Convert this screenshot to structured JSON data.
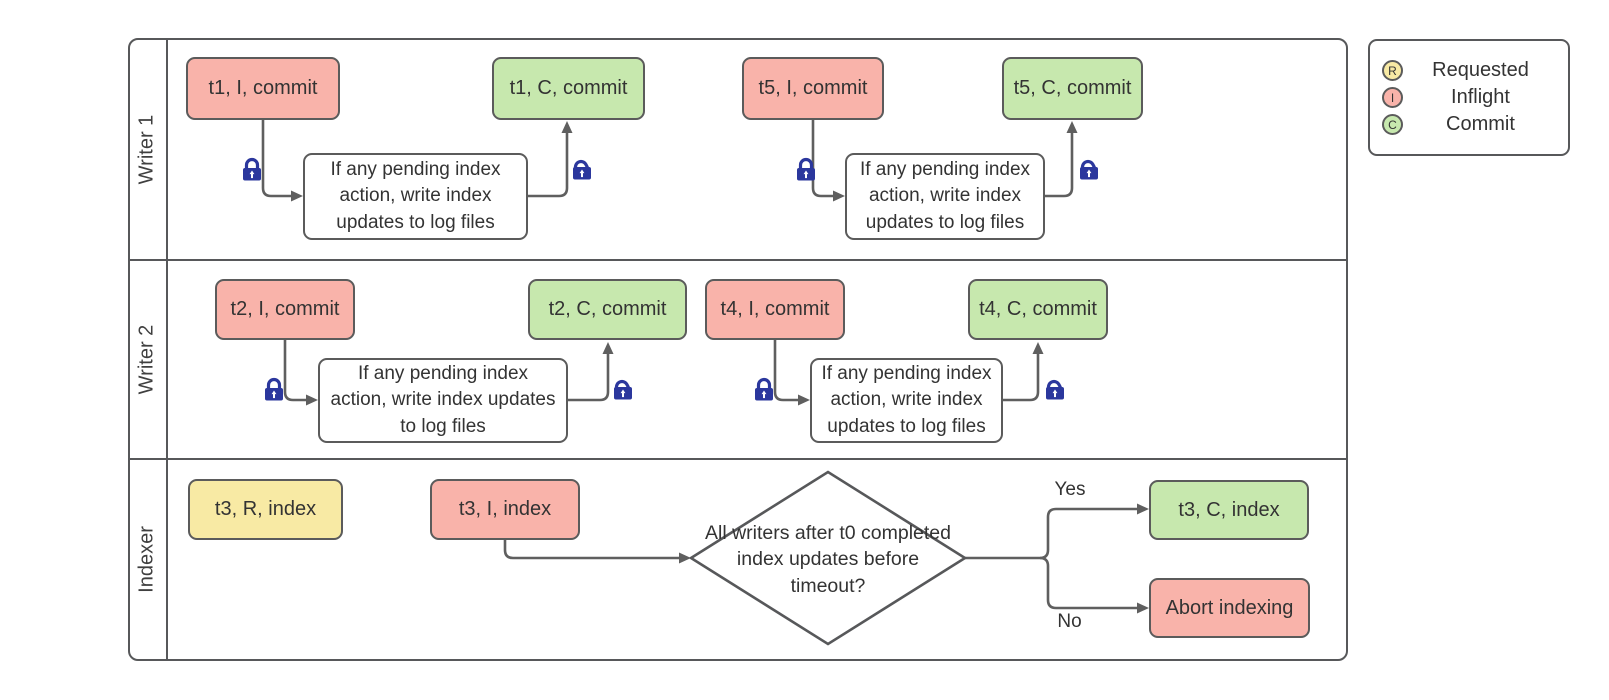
{
  "lanes": {
    "writer1": {
      "label": "Writer 1"
    },
    "writer2": {
      "label": "Writer 2"
    },
    "indexer": {
      "label": "Indexer"
    }
  },
  "writer1": {
    "t1_inflight": "t1, I, commit",
    "action1": "If any pending index action, write index updates to log files",
    "t1_commit": "t1, C, commit",
    "t5_inflight": "t5, I, commit",
    "action2": "If any pending index action, write index updates to log files",
    "t5_commit": "t5, C, commit"
  },
  "writer2": {
    "t2_inflight": "t2, I, commit",
    "action1": "If any pending index action, write index updates to log files",
    "t2_commit": "t2, C, commit",
    "t4_inflight": "t4, I, commit",
    "action2": "If any pending index action, write index updates to log files",
    "t4_commit": "t4, C, commit"
  },
  "indexer": {
    "t3_requested": "t3, R, index",
    "t3_inflight": "t3, I, index",
    "decision": "All writers after t0 completed index updates before timeout?",
    "yes_label": "Yes",
    "no_label": "No",
    "t3_commit": "t3, C, index",
    "abort": "Abort indexing"
  },
  "legend": {
    "items": [
      {
        "letter": "R",
        "label": "Requested"
      },
      {
        "letter": "I",
        "label": "Inflight"
      },
      {
        "letter": "C",
        "label": "Commit"
      }
    ]
  },
  "colors": {
    "requested": "#F8EAA4",
    "inflight": "#F9B3AA",
    "commit": "#C7E8AE",
    "lock": "#2B379D",
    "line": "#5f5f5f"
  }
}
